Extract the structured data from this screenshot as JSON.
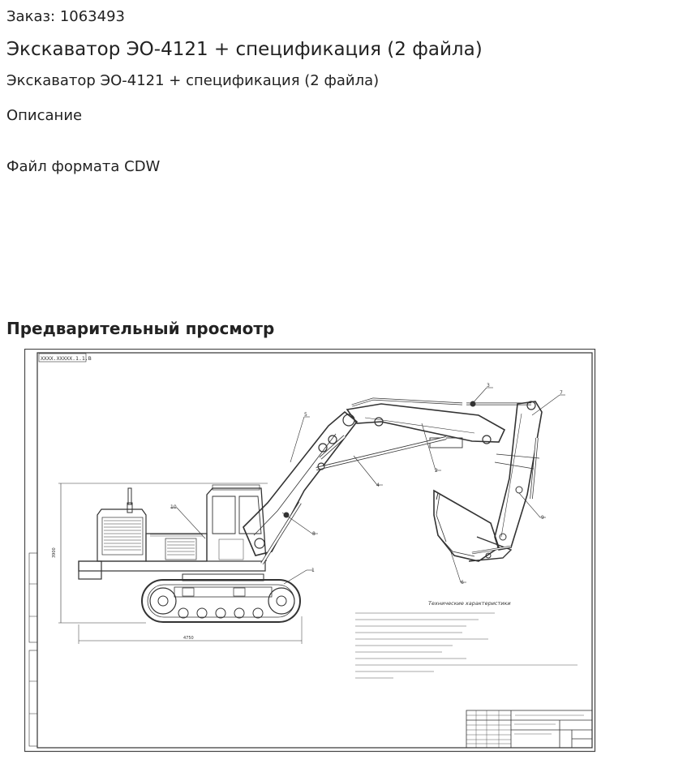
{
  "order": {
    "label": "Заказ: 1063493"
  },
  "page": {
    "title": "Экскаватор ЭО-4121 + спецификация (2 файла)",
    "subtitle": "Экскаватор ЭО-4121 + спецификация (2 файла)"
  },
  "description": {
    "heading": "Описание",
    "text": "Файл формата CDW"
  },
  "preview": {
    "heading": "Предварительный просмотр",
    "drawing": {
      "sheet_code": "ХХХХ.ХХХХХ.1.1.В",
      "tech_heading": "Технические характеристики",
      "dim_height": "3900",
      "dim_length": "4750",
      "callouts": [
        "1",
        "2",
        "3",
        "4",
        "5",
        "6",
        "7",
        "8",
        "9",
        "10"
      ]
    }
  }
}
